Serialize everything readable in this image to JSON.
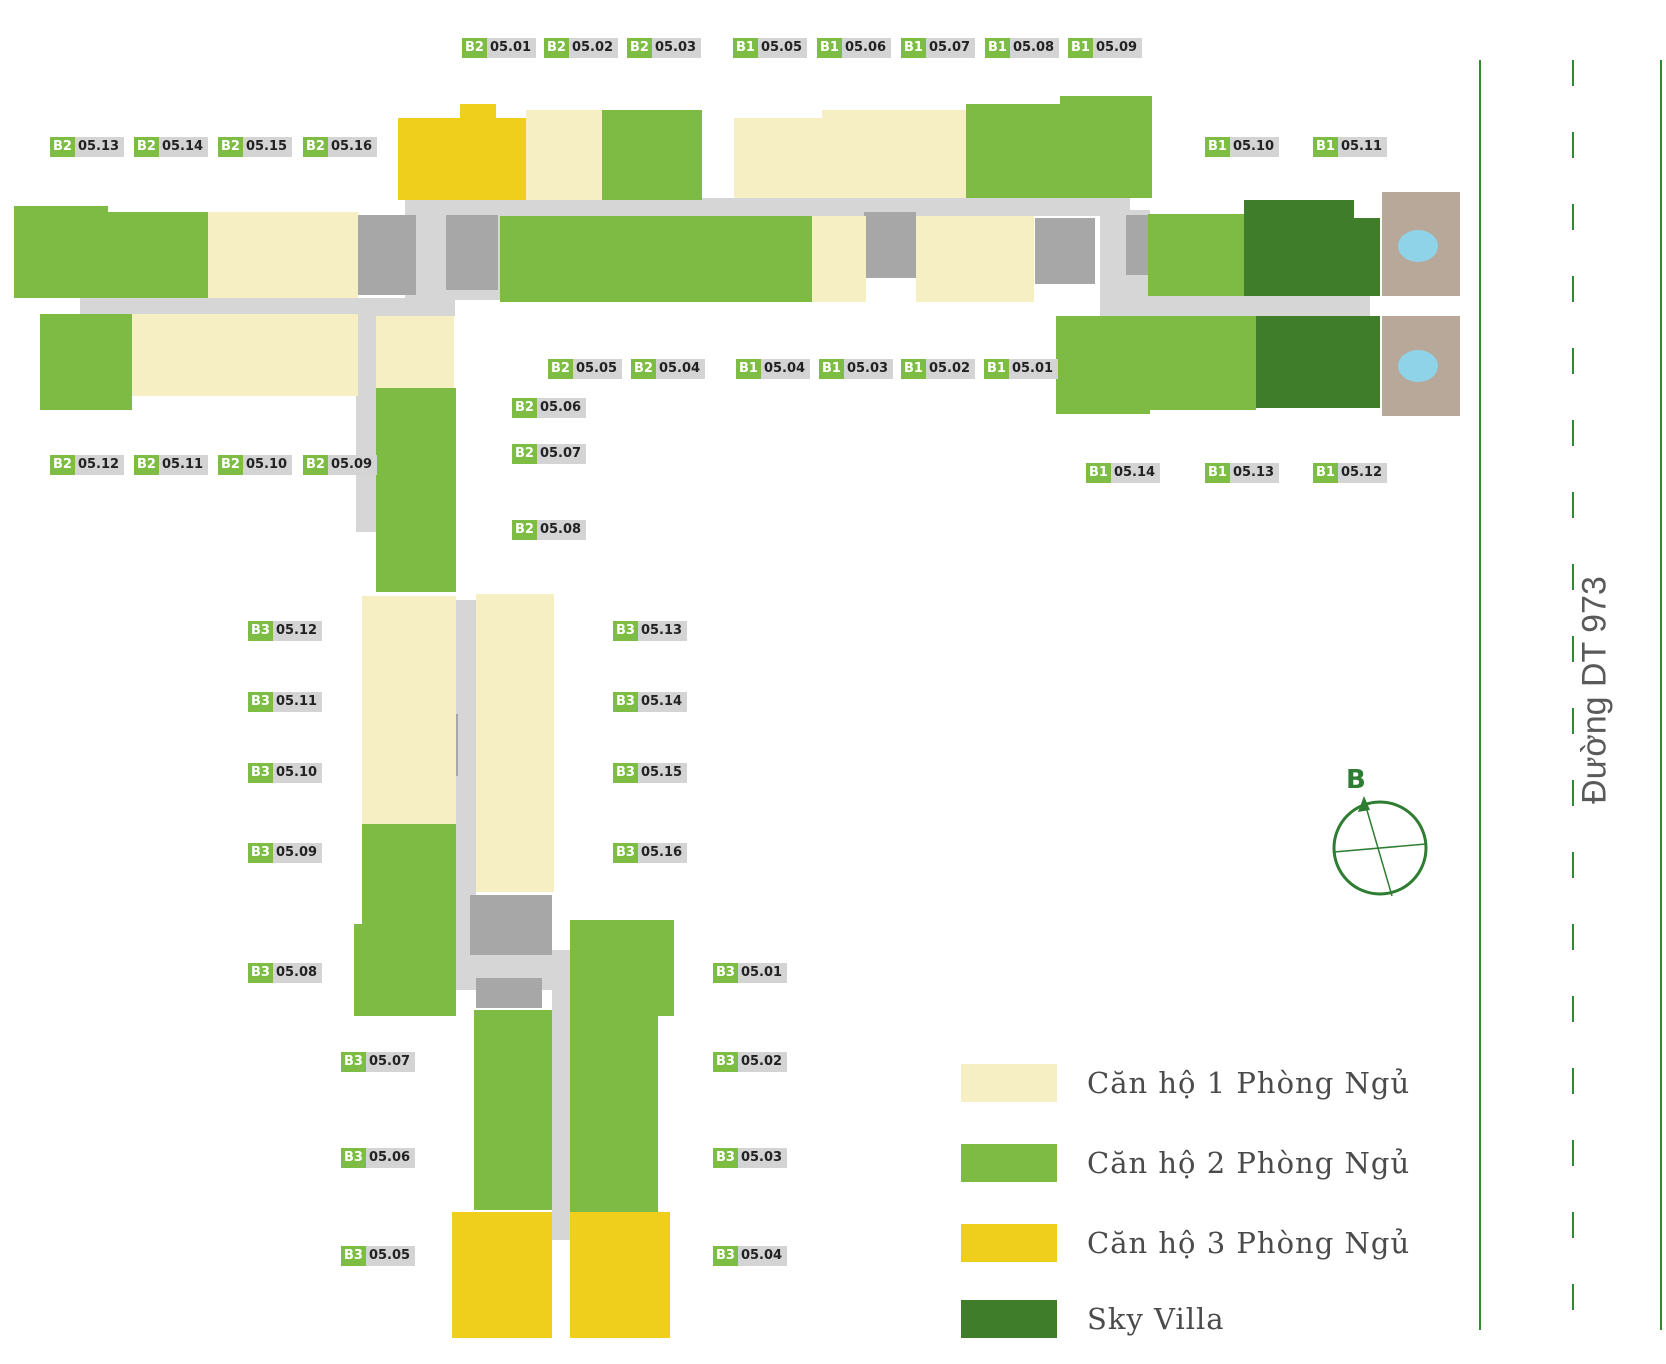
{
  "colors": {
    "one_bed": "#f5efc3",
    "two_bed": "#7dbb45",
    "three_bed": "#efcf1c",
    "sky_villa": "#3f7d2a",
    "corridor": "#d6d6d6",
    "core": "#a7a7a7",
    "road_line": "#2e8b2e",
    "compass": "#2e7d32"
  },
  "legend": [
    {
      "label": "Căn hộ 1 Phòng Ngủ",
      "color": "#f5efc3"
    },
    {
      "label": "Căn hộ 2 Phòng Ngủ",
      "color": "#7dbb45"
    },
    {
      "label": "Căn hộ 3 Phòng Ngủ",
      "color": "#efcf1c"
    },
    {
      "label": "Sky Villa",
      "color": "#3f7d2a"
    }
  ],
  "road_label": "Đường DT 973",
  "compass": {
    "letter": "B",
    "icon": "north-compass-icon"
  },
  "units": {
    "B1": [
      "05.01",
      "05.02",
      "05.03",
      "05.04",
      "05.05",
      "05.06",
      "05.07",
      "05.08",
      "05.09",
      "05.10",
      "05.11",
      "05.12",
      "05.13",
      "05.14"
    ],
    "B2": [
      "05.01",
      "05.02",
      "05.03",
      "05.04",
      "05.05",
      "05.06",
      "05.07",
      "05.08",
      "05.09",
      "05.10",
      "05.11",
      "05.12",
      "05.13",
      "05.14",
      "05.15",
      "05.16"
    ],
    "B3": [
      "05.01",
      "05.02",
      "05.03",
      "05.04",
      "05.05",
      "05.06",
      "05.07",
      "05.08",
      "05.09",
      "05.10",
      "05.11",
      "05.12",
      "05.13",
      "05.14",
      "05.15",
      "05.16"
    ]
  }
}
